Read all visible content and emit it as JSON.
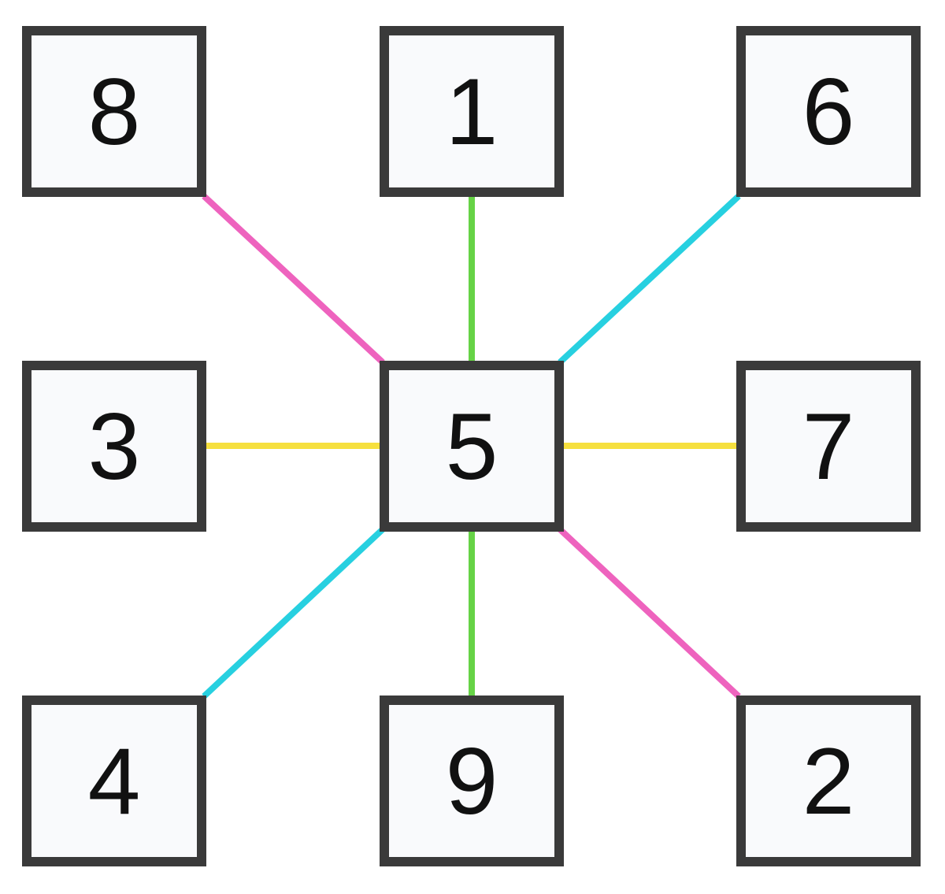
{
  "grid": {
    "top_left": "8",
    "top_center": "1",
    "top_right": "6",
    "middle_left": "3",
    "center": "5",
    "middle_right": "7",
    "bottom_left": "4",
    "bottom_center": "9",
    "bottom_right": "2"
  },
  "connectors": [
    {
      "from": "8",
      "to": "5",
      "color": "#ee63be"
    },
    {
      "from": "1",
      "to": "5",
      "color": "#66d346"
    },
    {
      "from": "6",
      "to": "5",
      "color": "#27d0e0"
    },
    {
      "from": "3",
      "to": "5",
      "color": "#f6e03e"
    },
    {
      "from": "7",
      "to": "5",
      "color": "#f6e03e"
    },
    {
      "from": "4",
      "to": "5",
      "color": "#27d0e0"
    },
    {
      "from": "9",
      "to": "5",
      "color": "#66d346"
    },
    {
      "from": "2",
      "to": "5",
      "color": "#ee63be"
    }
  ],
  "colors": {
    "box_border": "#3a3a3a",
    "box_fill": "#f9fafc",
    "number": "#111111"
  }
}
